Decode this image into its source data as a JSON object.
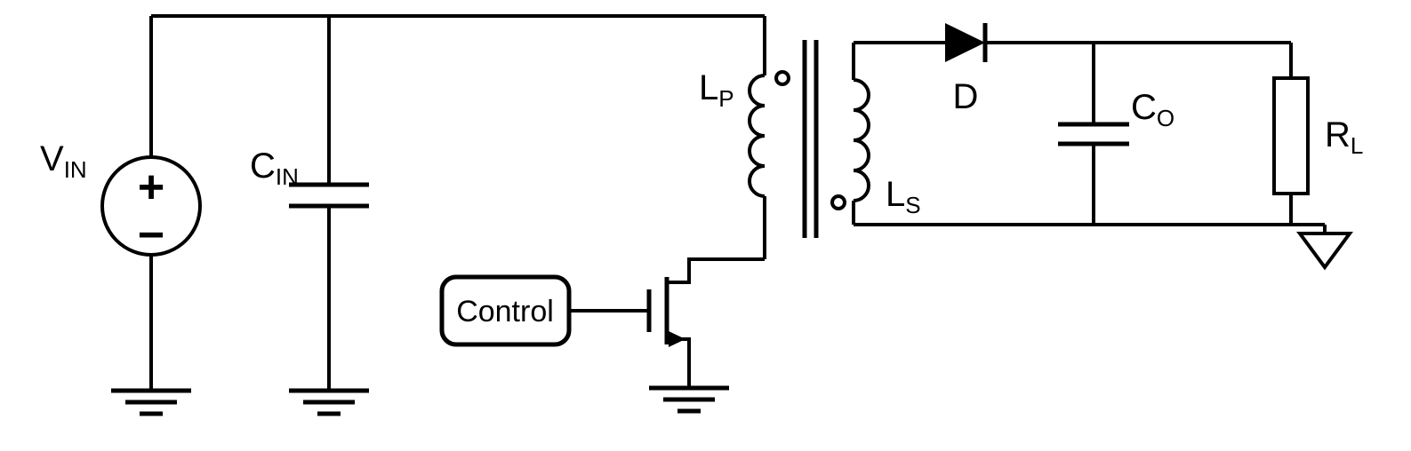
{
  "colors": {
    "stroke": "#000000",
    "background": "#ffffff"
  },
  "schematic": {
    "kind": "flyback-converter-circuit-diagram",
    "labels": {
      "vin": {
        "main": "V",
        "sub": "IN"
      },
      "cin": {
        "main": "C",
        "sub": "IN"
      },
      "lp": {
        "main": "L",
        "sub": "P"
      },
      "ls": {
        "main": "L",
        "sub": "S"
      },
      "control": "Control",
      "diode": "D",
      "co": {
        "main": "C",
        "sub": "O"
      },
      "rl": {
        "main": "R",
        "sub": "L"
      }
    },
    "source_signs": {
      "plus": "+",
      "minus": "−"
    }
  }
}
